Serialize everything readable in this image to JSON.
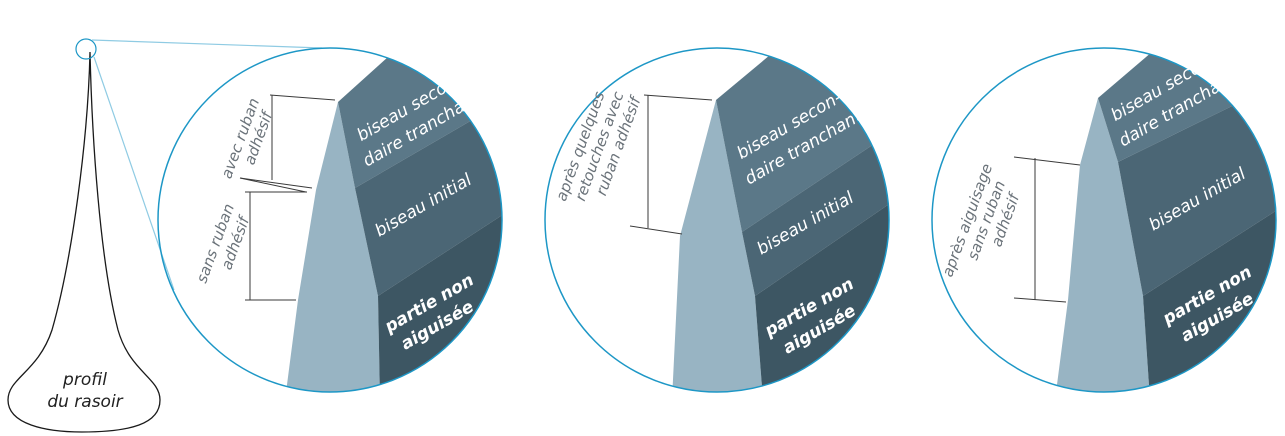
{
  "profil": {
    "line1": "profil",
    "line2": "du rasoir"
  },
  "colors": {
    "circle": "#1d97c6",
    "zoom_line": "#8fcbe3",
    "blade_light": "#98b4c3",
    "bevel_secondary": "#5b7888",
    "bevel_initial": "#4b6675",
    "unsharpened": "#3d5663"
  },
  "icons": {
    "razor_outline": "razor-profile-icon"
  },
  "circles": [
    {
      "side_labels": [
        [
          "avec ruban",
          "adhésif"
        ],
        [
          "sans ruban",
          "adhésif"
        ]
      ],
      "bevel_secondary": [
        "biseau secon-",
        "daire tranchant"
      ],
      "bevel_initial": "biseau initial",
      "unsharpened": [
        "partie non",
        "aiguisée"
      ]
    },
    {
      "side_labels": [
        [
          "après quelques",
          "retouches avec",
          "ruban adhésif"
        ]
      ],
      "bevel_secondary": [
        "biseau secon-",
        "daire tranchant"
      ],
      "bevel_initial": "biseau initial",
      "unsharpened": [
        "partie non",
        "aiguisée"
      ]
    },
    {
      "side_labels": [
        [
          "après aiguisage",
          "sans ruban",
          "adhésif"
        ]
      ],
      "bevel_secondary": [
        "biseau secon-",
        "daire tranchant"
      ],
      "bevel_initial": "biseau initial",
      "unsharpened": [
        "partie non",
        "aiguisée"
      ]
    }
  ]
}
